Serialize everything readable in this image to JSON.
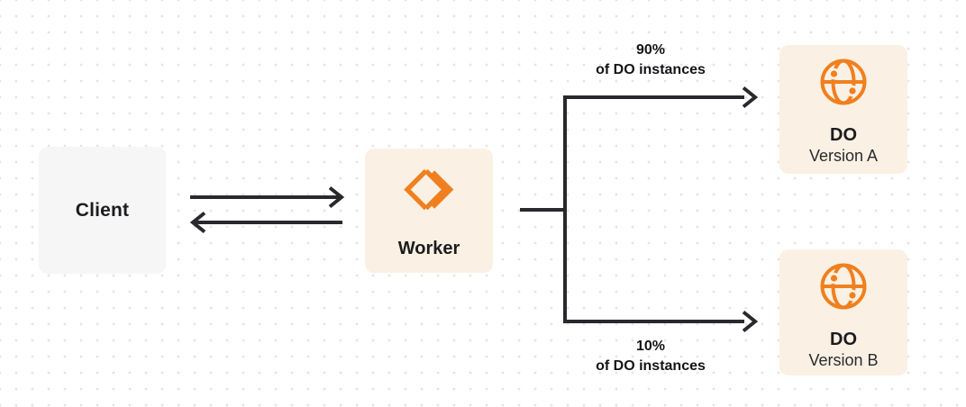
{
  "colors": {
    "accent_orange": "#F0801F",
    "arrow": "#29282C",
    "box_cream": "#FAF1E4",
    "box_gray": "#F6F6F7",
    "text_dark": "#1C1C1F",
    "dot_grid": "#E4E4E8"
  },
  "nodes": {
    "client": {
      "label": "Client"
    },
    "worker": {
      "label": "Worker",
      "icon": "workers-logo-icon"
    },
    "do_a": {
      "title": "DO",
      "subtitle": "Version A",
      "icon": "durable-object-globe-icon"
    },
    "do_b": {
      "title": "DO",
      "subtitle": "Version B",
      "icon": "durable-object-globe-icon"
    }
  },
  "edge_labels": {
    "top_branch": {
      "line1": "90%",
      "line2": "of DO instances"
    },
    "bottom_branch": {
      "line1": "10%",
      "line2": "of DO instances"
    }
  }
}
